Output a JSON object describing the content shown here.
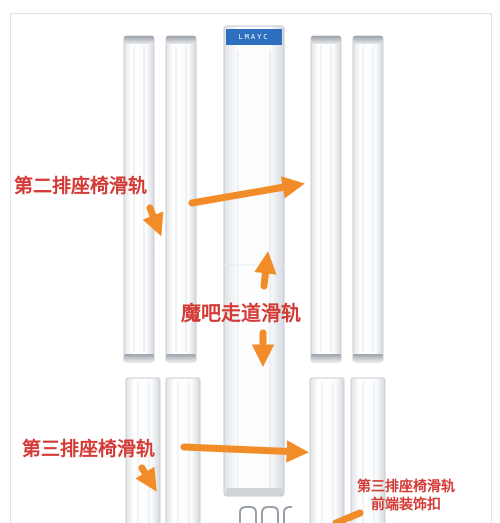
{
  "labels": {
    "second_row_rail": "第二排座椅滑轨",
    "aisle_rail": "魔吧走道滑轨",
    "third_row_rail": "第三排座椅滑轨",
    "third_row_trim_line1": "第三排座椅滑轨",
    "third_row_trim_line2": "前端装饰扣"
  },
  "brand_text": "LMAYC",
  "colors": {
    "arrow": "#f28c28",
    "label": "#d43b36",
    "rail": "#ffffff",
    "rail_edge": "#c9cdd2"
  }
}
